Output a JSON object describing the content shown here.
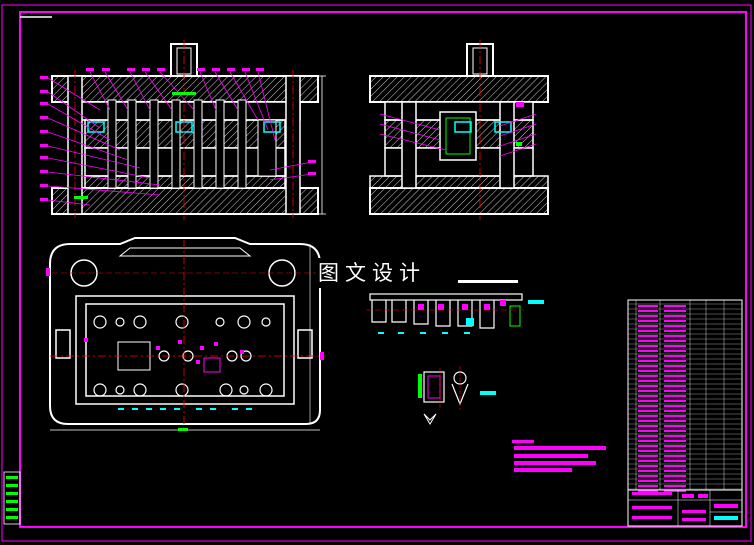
{
  "drawing": {
    "watermark_text": "图文设计",
    "colors": {
      "background": "#000000",
      "frame": "#ff00ff",
      "outline": "#ffffff",
      "hatch": "#ffffff",
      "centerline": "#ff0000",
      "dimension": "#00ffff",
      "leader": "#ff00ff",
      "highlight": "#00ff00",
      "title_block": "#ff00ff"
    },
    "views": [
      "front-section-view",
      "side-section-view",
      "lower-die-plan-view",
      "strip-layout-view",
      "part-detail-view",
      "technical-notes",
      "parts-list-table",
      "title-block"
    ],
    "icons": [
      "cad-drawing-icon"
    ]
  }
}
